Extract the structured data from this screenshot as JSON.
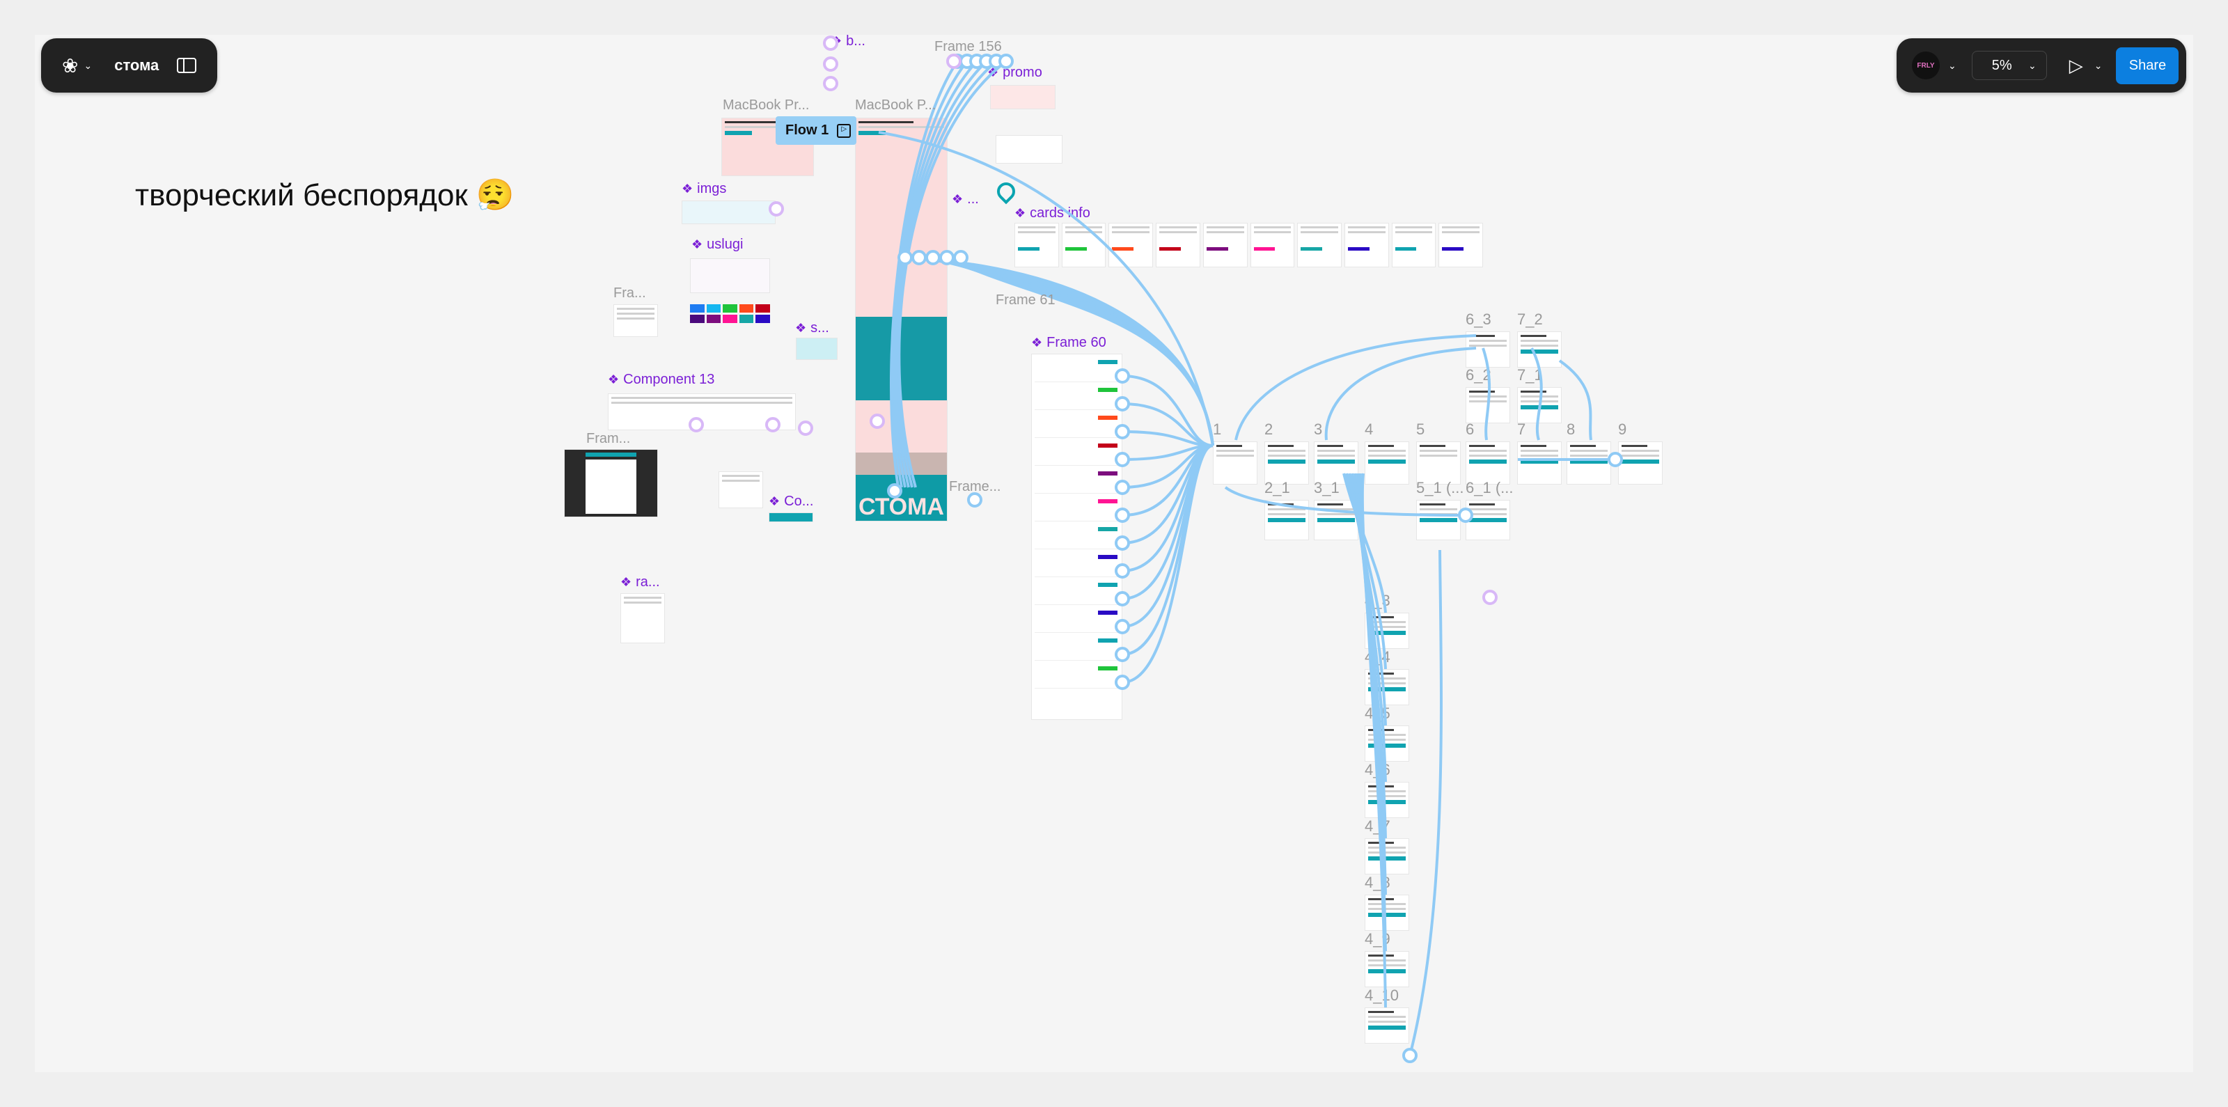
{
  "toolbar_left": {
    "file_name": "стома",
    "logo_icon": "figma-icon",
    "panel_icon": "sidebar-toggle-icon"
  },
  "toolbar_right": {
    "avatar_text": "FRLY",
    "zoom": "5%",
    "present_icon": "play-icon",
    "share_label": "Share",
    "share_color": "#0c7fe0"
  },
  "canvas_title": "творческий беспорядок 😮‍💨",
  "flow": {
    "label": "Flow 1"
  },
  "frame_labels": {
    "macbook1": "MacBook Pr...",
    "macbook2": "MacBook P...",
    "frame156": "Frame 156",
    "frame61": "Frame 61",
    "fra": "Fra...",
    "fram": "Fram...",
    "frame_dots": "Frame..."
  },
  "components": {
    "b": "b...",
    "promo": "promo",
    "imgs": "imgs",
    "uslugi": "uslugi",
    "dots": "...",
    "cards_info": "cards info",
    "frame60": "Frame 60",
    "s": "s...",
    "component13": "Component 13",
    "co": "Co...",
    "ra": "ra..."
  },
  "screens": {
    "row_main": [
      "1",
      "2",
      "3",
      "4",
      "5",
      "6",
      "7",
      "8",
      "9"
    ],
    "row_sub": [
      "2_1",
      "3_1",
      "5_1 (...",
      "6_1 (..."
    ],
    "top": [
      "6_3",
      "7_2",
      "6_2",
      "7_1"
    ],
    "column": [
      "4_3",
      "4_4",
      "4_5",
      "4_6",
      "4_7",
      "4_8",
      "4_9",
      "4_10"
    ]
  },
  "brand_text": "СТОМА",
  "swatches": [
    "#1e7cf2",
    "#16b7f0",
    "#1fc43b",
    "#ff4a1c",
    "#c3001a",
    "#4b0a7c",
    "#7d0d7e",
    "#ff1493",
    "#16a6a6",
    "#2a0bc4"
  ],
  "colors": {
    "wire": "#8fcaf5",
    "component": "#7b1fd6",
    "teal": "#10a3b0"
  }
}
